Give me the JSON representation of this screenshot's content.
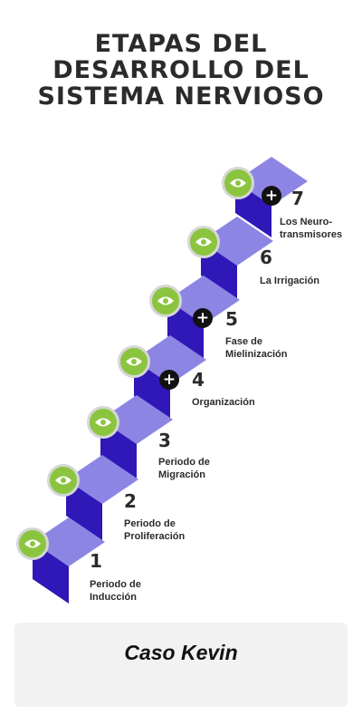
{
  "title": {
    "line1": "ETAPAS DEL",
    "line2": "DESARROLLO DEL",
    "line3": "SISTEMA NERVIOSO"
  },
  "colors": {
    "riser": "#2f17b8",
    "tread": "#8c85e3",
    "eye_button": "#8bc53f",
    "plus_button": "#111111"
  },
  "steps": [
    {
      "number": "1",
      "label_line1": "Periodo de",
      "label_line2": "Inducción",
      "icon": "eye-icon",
      "has_plus": false
    },
    {
      "number": "2",
      "label_line1": "Periodo de",
      "label_line2": "Proliferación",
      "icon": "eye-icon",
      "has_plus": false
    },
    {
      "number": "3",
      "label_line1": "Periodo de",
      "label_line2": "Migración",
      "icon": "eye-icon",
      "has_plus": false
    },
    {
      "number": "4",
      "label_line1": "Organización",
      "label_line2": "",
      "icon": "eye-icon",
      "has_plus": true
    },
    {
      "number": "5",
      "label_line1": "Fase de",
      "label_line2": "Mielinización",
      "icon": "eye-icon",
      "has_plus": true
    },
    {
      "number": "6",
      "label_line1": "La Irrigación",
      "label_line2": "",
      "icon": "eye-icon",
      "has_plus": false
    },
    {
      "number": "7",
      "label_line1": "Los Neuro-",
      "label_line2": "transmisores",
      "icon": "eye-icon",
      "has_plus": true
    }
  ],
  "case_box": {
    "label": "Caso Kevin"
  }
}
